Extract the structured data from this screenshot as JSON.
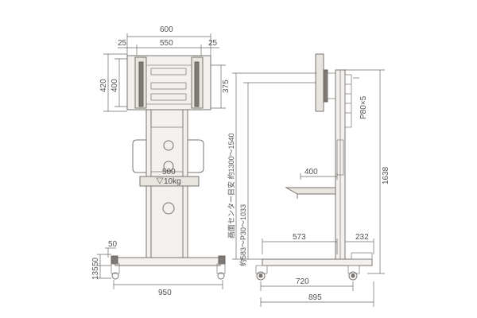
{
  "front_view": {
    "width_total": "600",
    "width_bracket": "550",
    "side_left": "25",
    "side_right": "25",
    "height_outer": "420",
    "height_inner": "400",
    "height_right": "375",
    "shelf_width": "500",
    "shelf_load": "10kg",
    "base_height_upper": "50",
    "base_height_lower": "135",
    "base_height_side": "50",
    "base_width": "950"
  },
  "side_view": {
    "pole_label": "P80×5",
    "height_total": "1638",
    "center_height_label": "画面センター目安 約1300～1540",
    "adjust_label": "約583～P30～1033",
    "shelf_depth": "400",
    "base_depth": "573",
    "rear_width": "232",
    "wheel_span": "720",
    "depth_total": "895"
  }
}
